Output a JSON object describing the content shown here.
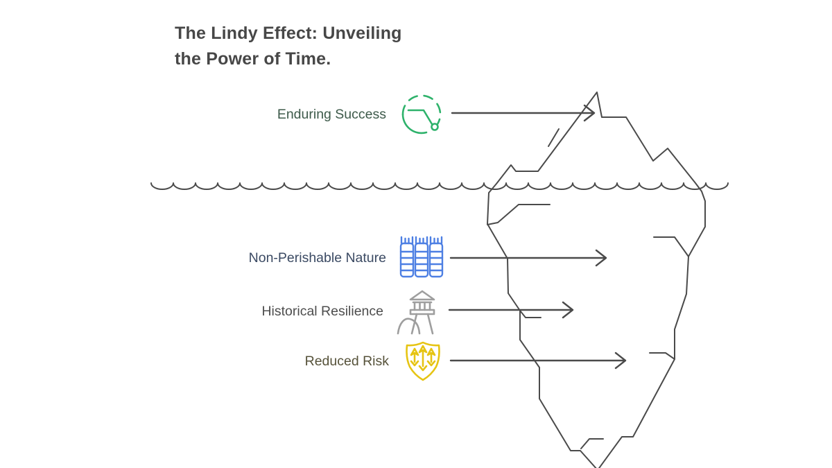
{
  "title": {
    "line1": "The Lindy Effect: Unveiling",
    "line2": "the Power of Time.",
    "color": "#474747"
  },
  "diagram": {
    "line_color": "#4a4a4a",
    "background": "#ffffff"
  },
  "labels": [
    {
      "id": "enduring-success",
      "text": "Enduring Success",
      "icon": "trend-clock-icon",
      "icon_color": "#2eb26b",
      "text_color": "#3d5a4a"
    },
    {
      "id": "non-perishable-nature",
      "text": "Non-Perishable Nature",
      "icon": "books-icon",
      "icon_color": "#4d7fe3",
      "text_color": "#3b4a63"
    },
    {
      "id": "historical-resilience",
      "text": "Historical Resilience",
      "icon": "temple-on-hill-icon",
      "icon_color": "#9e9e9e",
      "text_color": "#4d4d4d"
    },
    {
      "id": "reduced-risk",
      "text": "Reduced Risk",
      "icon": "shield-arrows-icon",
      "icon_color": "#e6c413",
      "text_color": "#56523a"
    }
  ]
}
